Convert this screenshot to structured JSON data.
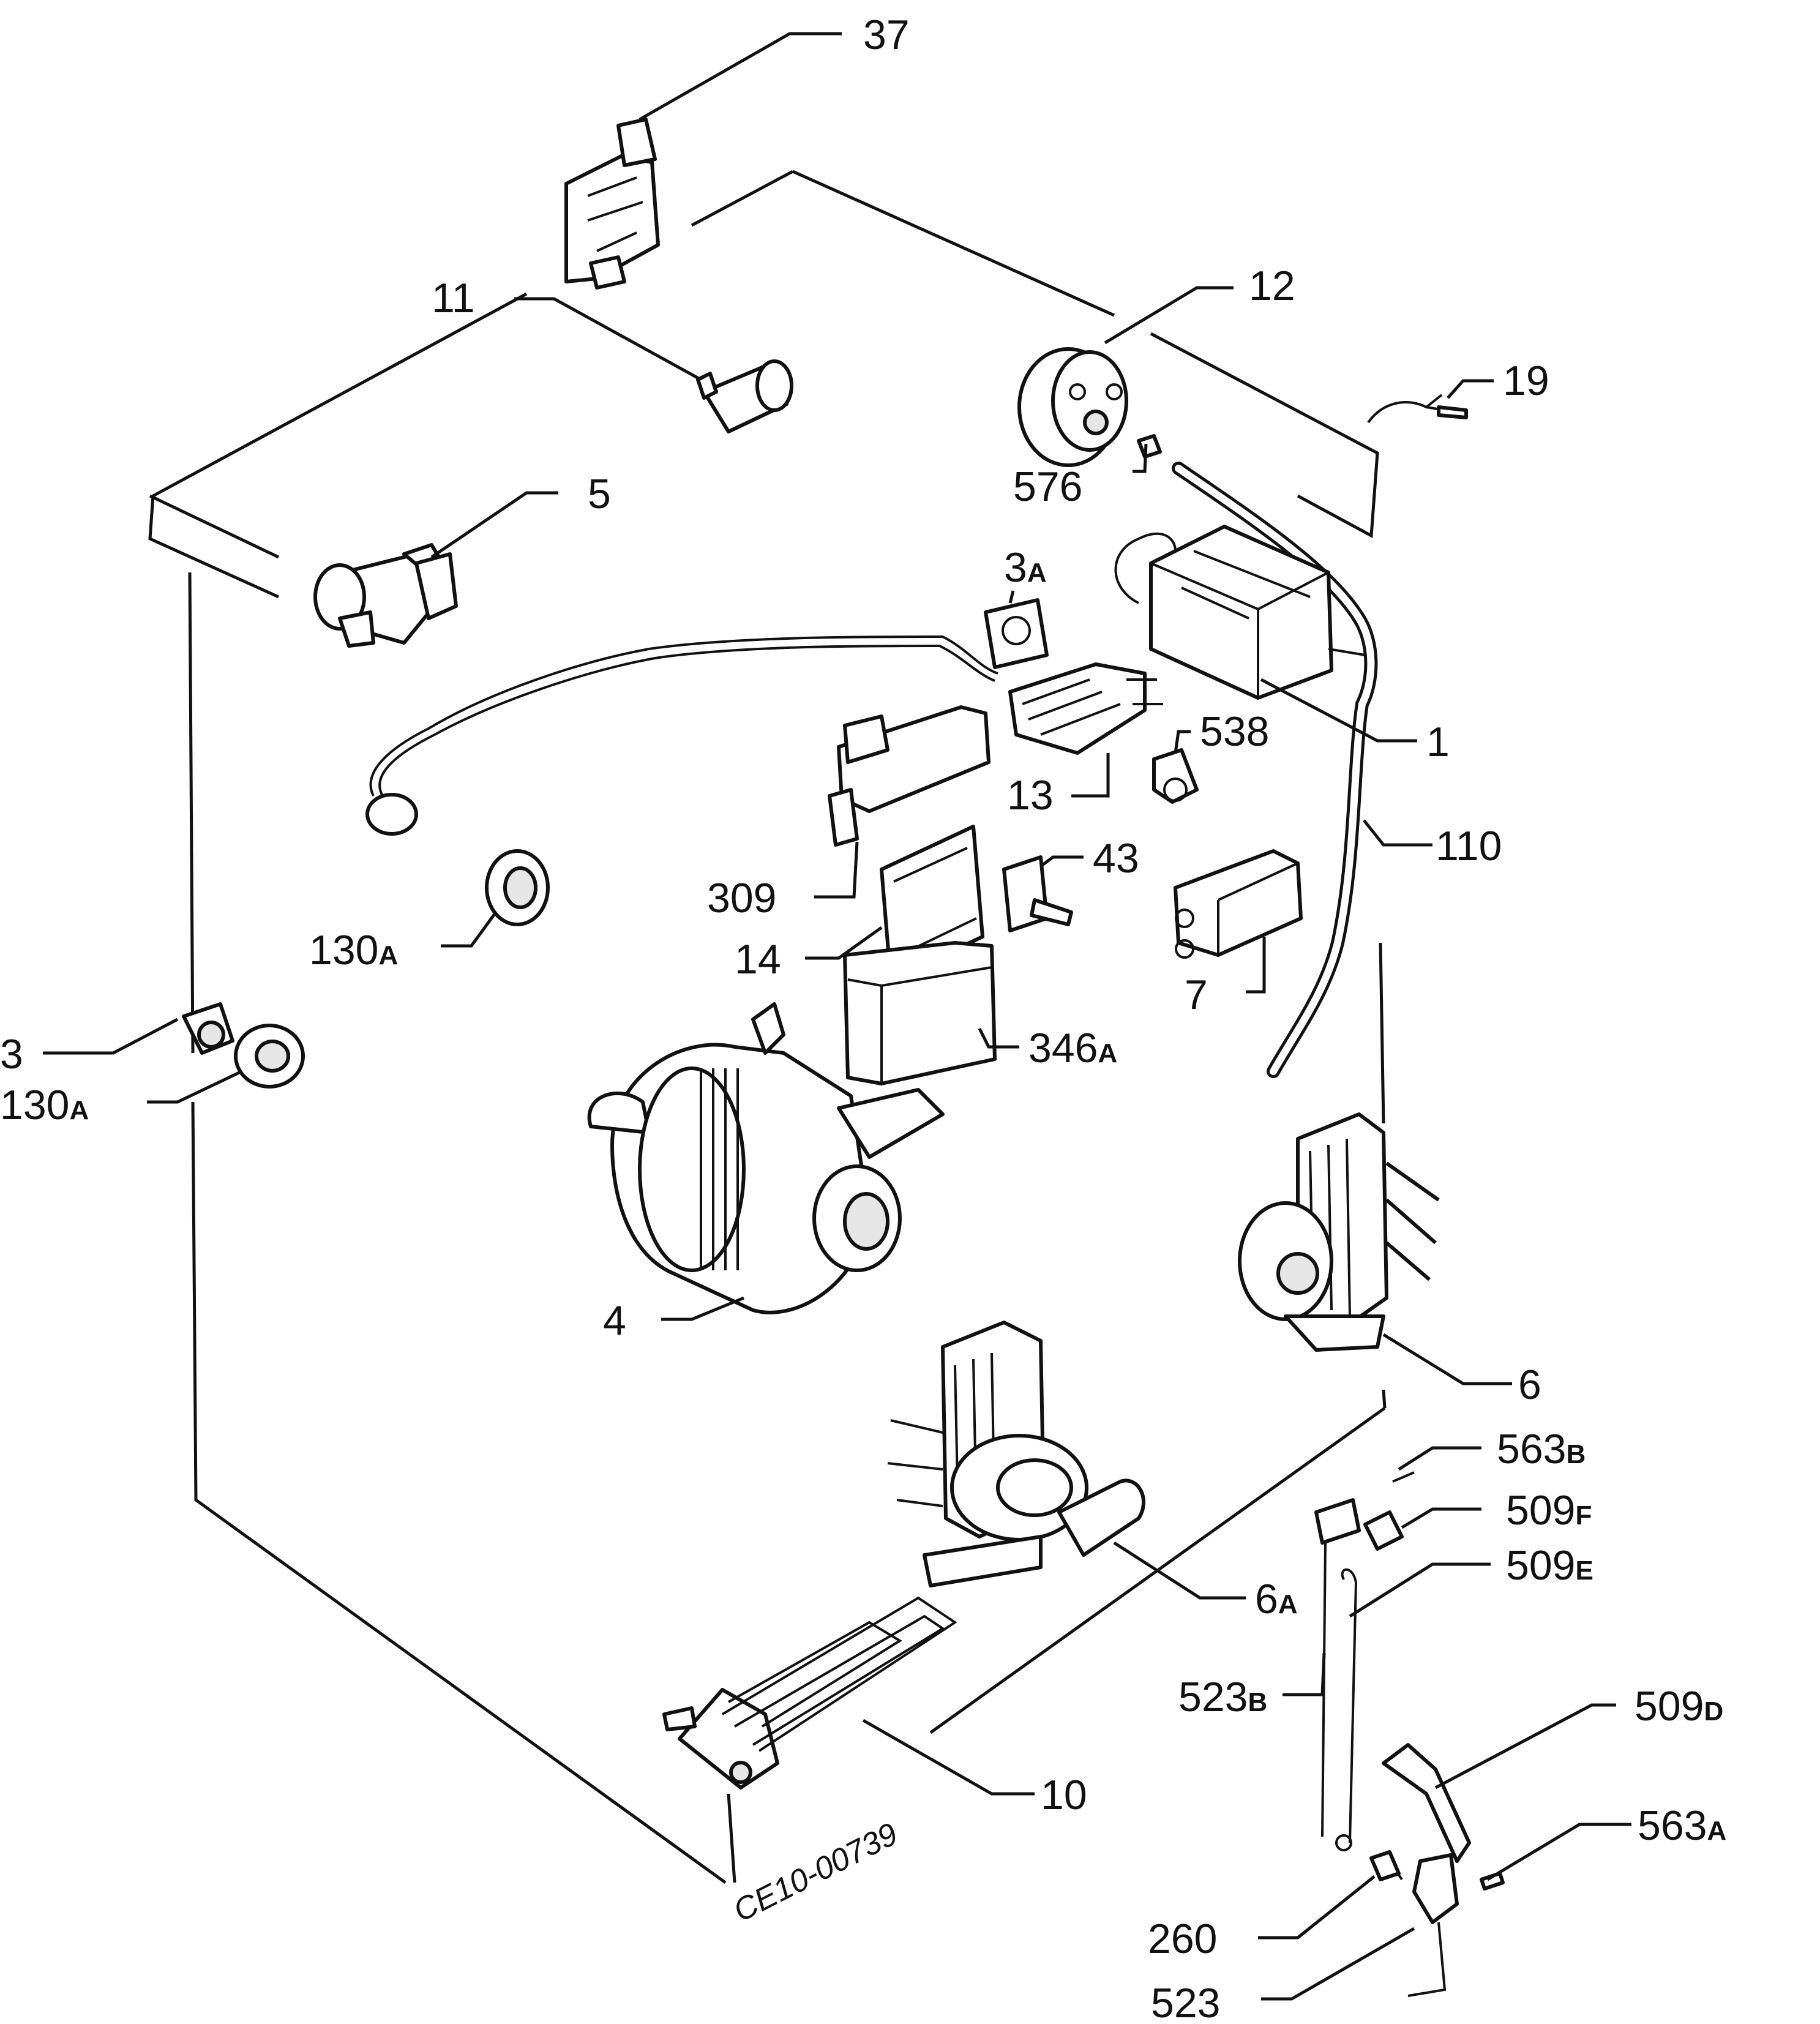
{
  "drawing_code": "CE10-00739",
  "labels": {
    "p37": "37",
    "p11": "11",
    "p12": "12",
    "p19": "19",
    "p5": "5",
    "p576": "576",
    "p3a_num": "3",
    "p3a_sfx": "A",
    "p1": "1",
    "p538": "538",
    "p13": "13",
    "p110": "110",
    "p43": "43",
    "p309": "309",
    "p14": "14",
    "p130a1_num": "130",
    "p130a1_sfx": "A",
    "p7": "7",
    "p3": "3",
    "p130a2_num": "130",
    "p130a2_sfx": "A",
    "p346a_num": "346",
    "p346a_sfx": "A",
    "p4": "4",
    "p6": "6",
    "p563b_num": "563",
    "p563b_sfx": "B",
    "p509f_num": "509",
    "p509f_sfx": "F",
    "p509e_num": "509",
    "p509e_sfx": "E",
    "p6a_num": "6",
    "p6a_sfx": "A",
    "p523b_num": "523",
    "p523b_sfx": "B",
    "p509d_num": "509",
    "p509d_sfx": "D",
    "p10": "10",
    "p563a_num": "563",
    "p563a_sfx": "A",
    "p260": "260",
    "p523": "523"
  }
}
